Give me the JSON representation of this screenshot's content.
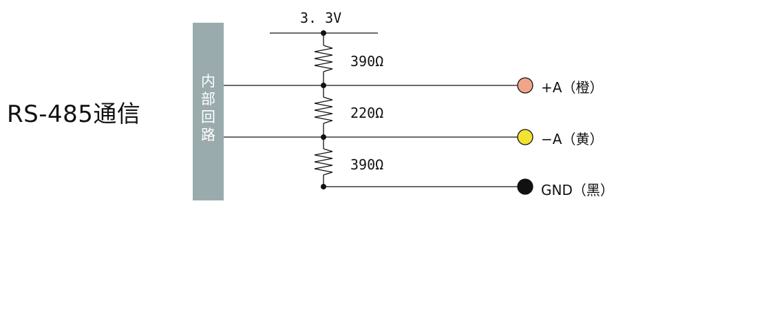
{
  "title": "RS-485通信",
  "inner_circuit": {
    "chars": [
      "内",
      "部",
      "回",
      "路"
    ]
  },
  "supply": {
    "label": "3. 3V"
  },
  "resistors": [
    {
      "label": "390Ω"
    },
    {
      "label": "220Ω"
    },
    {
      "label": "390Ω"
    }
  ],
  "terminals": [
    {
      "label": "+A（橙）",
      "color": "#f0a58a"
    },
    {
      "label": "−A（黄）",
      "color": "#f2e233"
    },
    {
      "label": "GND（黑）",
      "color": "#111111"
    }
  ]
}
